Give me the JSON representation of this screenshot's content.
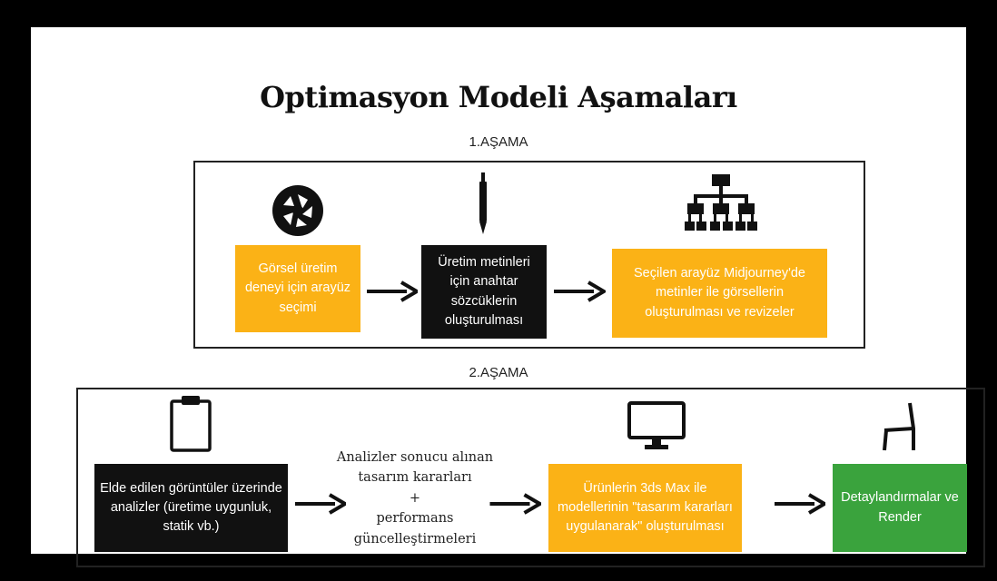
{
  "title": "Optimasyon Modeli Aşamaları",
  "stage1": {
    "label": "1.AŞAMA",
    "steps": [
      {
        "icon": "aperture-icon",
        "text": "Görsel üretim deneyi için arayüz seçimi",
        "color": "#fbb216"
      },
      {
        "icon": "pen-icon",
        "text": "Üretim metinleri için anahtar sözcüklerin oluşturulması",
        "color": "#111111"
      },
      {
        "icon": "hierarchy-icon",
        "text": "Seçilen arayüz Midjourney'de metinler ile görsellerin oluşturulması ve revizeler",
        "color": "#fbb216"
      }
    ]
  },
  "stage2": {
    "label": "2.AŞAMA",
    "steps": [
      {
        "icon": "clipboard-icon",
        "text": "Elde edilen görüntüler üzerinde analizler (üretime uygunluk, statik vb.)",
        "color": "#111111"
      },
      {
        "icon": null,
        "lines": [
          "Analizler sonucu alınan",
          "tasarım kararları",
          "+",
          "performans",
          "güncelleştirmeleri"
        ]
      },
      {
        "icon": "monitor-icon",
        "text": "Ürünlerin 3ds Max ile modellerinin \"tasarım kararları uygulanarak\" oluşturulması",
        "color": "#fbb216"
      },
      {
        "icon": "chair-icon",
        "text": "Detaylandırmalar ve Render",
        "color": "#3aa33d"
      }
    ]
  }
}
